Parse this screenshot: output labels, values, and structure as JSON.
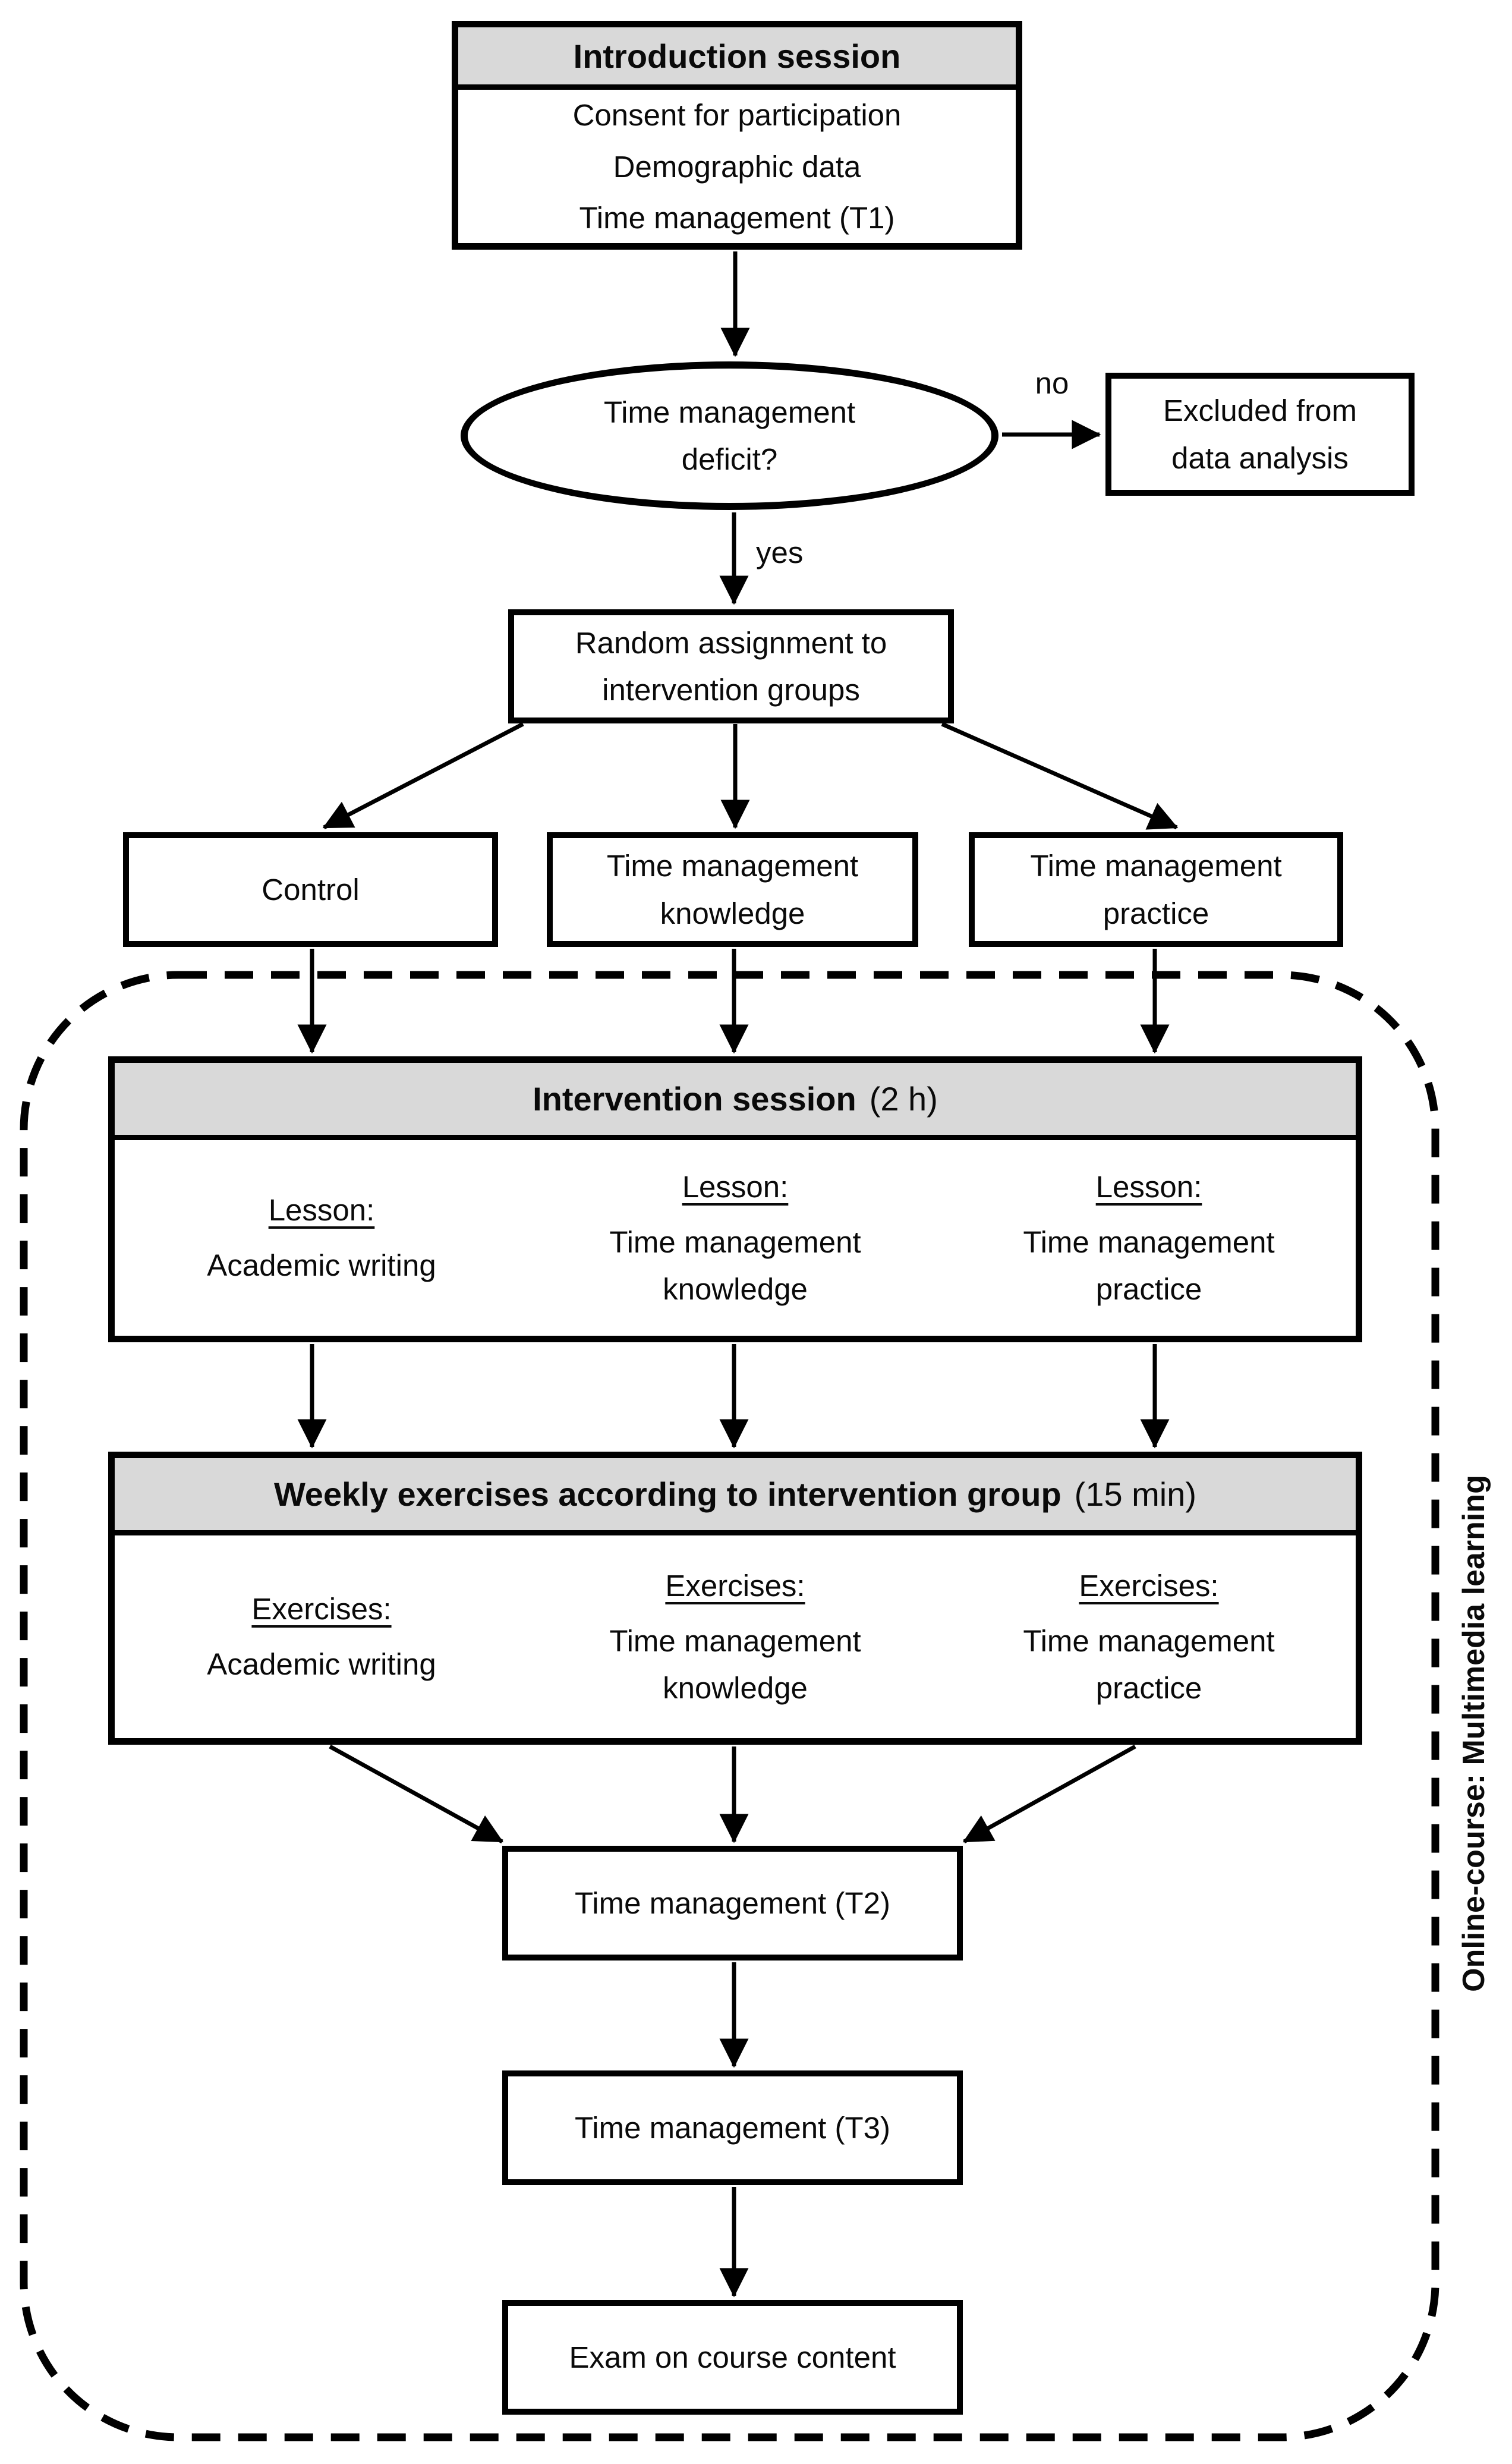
{
  "colors": {
    "header_bg": "#d9d9d9",
    "line": "#000000"
  },
  "intro": {
    "title": "Introduction session",
    "body": "Consent for participation\nDemographic data\nTime management (T1)"
  },
  "decision": {
    "question": "Time management deficit?",
    "no_label": "no",
    "yes_label": "yes"
  },
  "excluded": {
    "text": "Excluded from data analysis"
  },
  "random": {
    "text": "Random assignment to intervention groups"
  },
  "groups": [
    {
      "label": "Control"
    },
    {
      "label": "Time management knowledge"
    },
    {
      "label": "Time management practice"
    }
  ],
  "intervention": {
    "title": "Intervention session",
    "duration": "(2 h)",
    "columns": [
      {
        "heading": "Lesson:",
        "text": "Academic writing"
      },
      {
        "heading": "Lesson:",
        "text": "Time management knowledge"
      },
      {
        "heading": "Lesson:",
        "text": "Time management practice"
      }
    ]
  },
  "weekly": {
    "title": "Weekly exercises according to intervention group",
    "duration": "(15 min)",
    "columns": [
      {
        "heading": "Exercises:",
        "text": "Academic writing"
      },
      {
        "heading": "Exercises:",
        "text": "Time management knowledge"
      },
      {
        "heading": "Exercises:",
        "text": "Time management practice"
      }
    ]
  },
  "t2": {
    "text": "Time management (T2)"
  },
  "t3": {
    "text": "Time management (T3)"
  },
  "exam": {
    "text": "Exam on course content"
  },
  "online_course_label": "Online-course: Multimedia learning"
}
